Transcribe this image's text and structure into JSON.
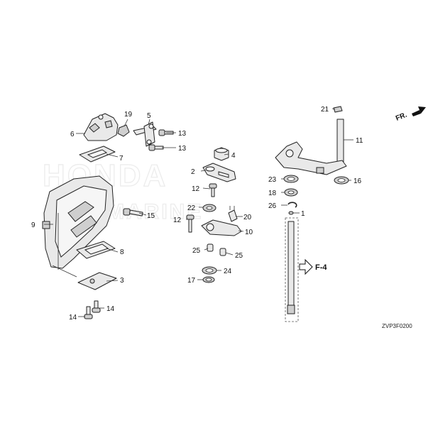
{
  "watermark": "HONDA",
  "watermark_sub": "MARINE",
  "direction": "FR.",
  "cross_ref": "F-4",
  "diagram_code": "ZVP3F0200",
  "callouts": {
    "c1": "1",
    "c2": "2",
    "c3": "3",
    "c4": "4",
    "c5": "5",
    "c6": "6",
    "c7": "7",
    "c8": "8",
    "c9": "9",
    "c10": "10",
    "c11": "11",
    "c12a": "12",
    "c12b": "12",
    "c13a": "13",
    "c13b": "13",
    "c14a": "14",
    "c14b": "14",
    "c15": "15",
    "c16": "16",
    "c17": "17",
    "c18": "18",
    "c19": "19",
    "c20": "20",
    "c21": "21",
    "c22": "22",
    "c23": "23",
    "c24": "24",
    "c25a": "25",
    "c25b": "25",
    "c26": "26"
  }
}
